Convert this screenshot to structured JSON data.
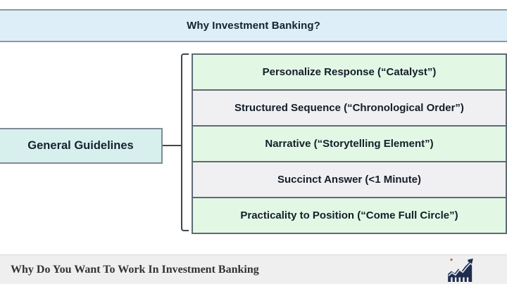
{
  "header": {
    "title": "Why Investment Banking?"
  },
  "diagram": {
    "source_label": "General Guidelines",
    "items": [
      {
        "label": "Personalize Response (“Catalyst”)",
        "variant": "green"
      },
      {
        "label": "Structured Sequence (“Chronological Order”)",
        "variant": "gray"
      },
      {
        "label": "Narrative (“Storytelling Element”)",
        "variant": "green"
      },
      {
        "label": "Succinct Answer (<1 Minute)",
        "variant": "gray"
      },
      {
        "label": "Practicality to Position (“Come Full Circle”)",
        "variant": "green"
      }
    ]
  },
  "footer": {
    "title": "Why Do You Want To Work In Investment Banking",
    "logo": "growth-chart-icon"
  },
  "colors": {
    "header_bg": "#ddeef8",
    "header_border": "#90989f",
    "source_box_bg": "#d7f0ee",
    "row_green": "#e3f7e5",
    "row_gray": "#f0eff2",
    "row_border": "#5f6a73",
    "connector": "#3d4750",
    "footer_bg": "#efeff0",
    "footer_text": "#333333",
    "logo_navy": "#1e2d4f",
    "logo_accent": "#e2583e",
    "text_dark": "#17222e"
  }
}
